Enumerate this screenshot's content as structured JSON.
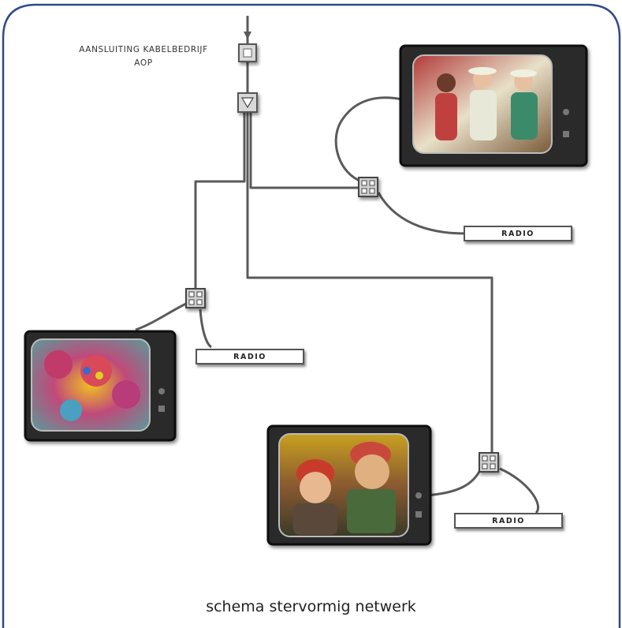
{
  "diagram": {
    "connection_label_line1": "AANSLUITING KABELBEDRIJF",
    "connection_label_line2": "AOP",
    "caption": "schema stervormig netwerk",
    "radio_label": "RADIO",
    "border_color": "#2f4a8a",
    "cable_color": "#5a5a5a",
    "nodes": [
      "connection-point",
      "amplifier",
      "splitter-1",
      "splitter-2",
      "splitter-3",
      "tv-1",
      "tv-2",
      "tv-3",
      "radio-1",
      "radio-2",
      "radio-3"
    ]
  }
}
